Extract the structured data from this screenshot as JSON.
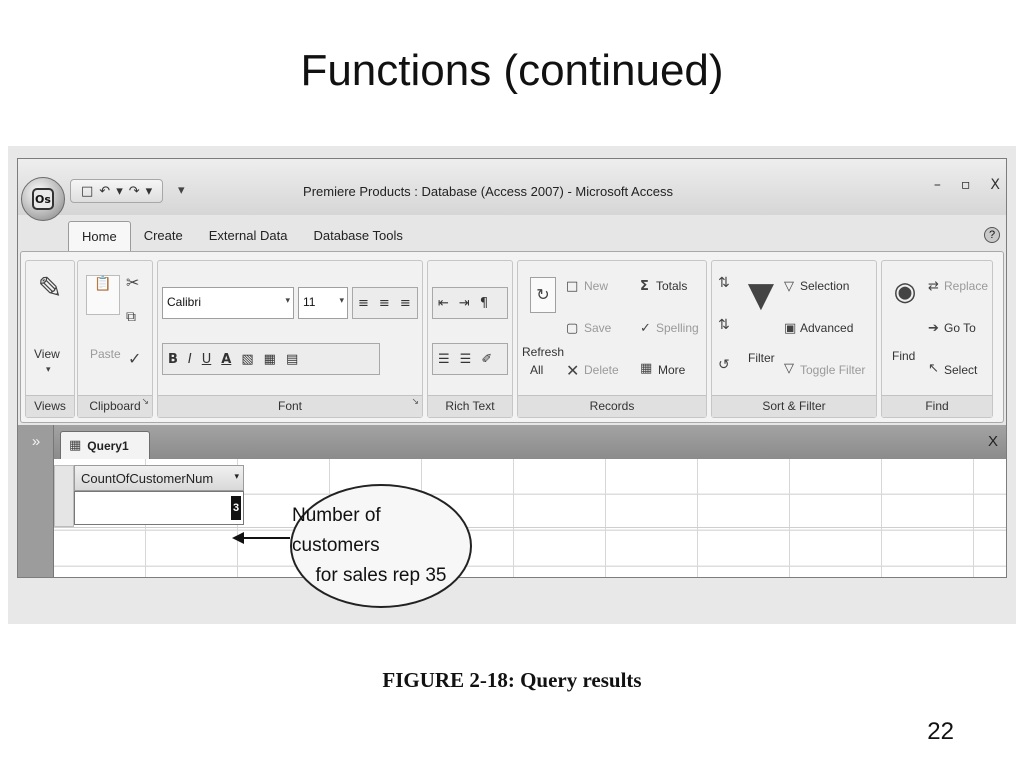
{
  "slide": {
    "title": "Functions (continued)",
    "caption": "FIGURE 2-18: Query results",
    "page_number": "22"
  },
  "window": {
    "title": "Premiere Products : Database (Access 2007) - Microsoft Access",
    "office_logo": "Os",
    "quick_access": {
      "save_icon": "save-icon",
      "undo_icon": "undo-icon",
      "redo_icon": "redo-icon"
    },
    "controls": {
      "minimize": "–",
      "maximize": "▫",
      "close": "X"
    }
  },
  "ribbon_tabs": [
    "Home",
    "Create",
    "External Data",
    "Database Tools"
  ],
  "ribbon": {
    "views": {
      "view_label": "View",
      "group_label": "Views"
    },
    "clipboard": {
      "paste_label": "Paste",
      "group_label": "Clipboard"
    },
    "font": {
      "font_name": "Calibri",
      "font_size": "11",
      "bold": "B",
      "italic": "I",
      "underline": "U",
      "font_color": "A",
      "group_label": "Font"
    },
    "rich_text": {
      "group_label": "Rich Text"
    },
    "records": {
      "refresh_label": "Refresh",
      "refresh_all_label": "All",
      "new_label": "New",
      "save_label": "Save",
      "delete_label": "Delete",
      "totals_label": "Totals",
      "spelling_label": "Spelling",
      "more_label": "More",
      "group_label": "Records"
    },
    "sort_filter": {
      "filter_label": "Filter",
      "selection_label": "Selection",
      "advanced_label": "Advanced",
      "toggle_filter_label": "Toggle Filter",
      "group_label": "Sort & Filter"
    },
    "find": {
      "find_label": "Find",
      "replace_label": "Replace",
      "goto_label": "Go To",
      "select_label": "Select",
      "group_label": "Find"
    }
  },
  "document": {
    "nav_chevron": "»",
    "tab_label": "Query1",
    "close": "X",
    "column_header": "CountOfCustomerNum",
    "result_value": "3"
  },
  "callout": {
    "line1": "Number of customers",
    "line2": "for sales rep 35"
  },
  "colors": {
    "ribbon_bg": "#f3f3f3",
    "doc_tab_bar": "#8b8b8b",
    "result_highlight": "#111111"
  }
}
